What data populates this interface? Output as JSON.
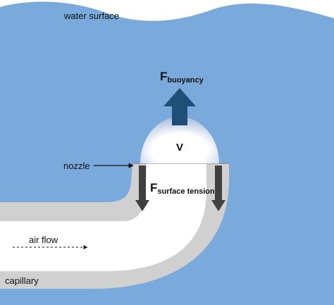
{
  "labels": {
    "water_surface": "water surface",
    "force_buoyancy_main": "F",
    "force_buoyancy_sub": "buoyancy",
    "volume": "V",
    "nozzle": "nozzle",
    "force_tension_main": "F",
    "force_tension_sub": "surface tension",
    "air_flow": "air flow",
    "capillary": "capillary"
  },
  "colors": {
    "water": "#7aa9dc",
    "capillary_wall": "#d0d0d0",
    "capillary_bore": "#ffffff",
    "buoyancy_arrow": "#1f4e79",
    "tension_arrow": "#404040",
    "text": "#111111"
  }
}
